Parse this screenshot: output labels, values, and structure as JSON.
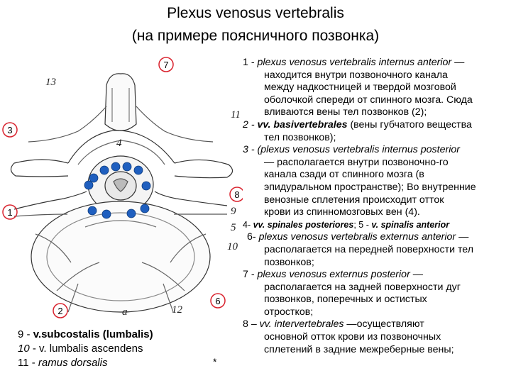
{
  "title": {
    "line1": "Plexus venosus vertebralis",
    "line2": "(на примере поясничного позвонка)"
  },
  "figure": {
    "circled_labels": [
      "7",
      "3",
      "1",
      "8",
      "6",
      "2"
    ],
    "plain_labels": [
      "13",
      "11",
      "4",
      "9",
      "5",
      "10",
      "12",
      "a"
    ],
    "marker_color": "#1f5fbf",
    "circle_color": "#d9232e"
  },
  "right_text": {
    "i1_num": "1 - ",
    "i1_term": "plexus venosus vertebralis internus anterior",
    "i1_dash": " —",
    "i1_l2": "находится внутри позвоночного канала",
    "i1_l3": "между надкостницей и твердой мозговой",
    "i1_l4": "оболочкой спереди от спинного мозга. Сюда",
    "i1_l5": "вливаются вены тел позвонков (2);",
    "i2_num": "2 - ",
    "i2_term": "vv. basivertebrales",
    "i2_rest": " (вены губчатого вещества",
    "i2_l2": "тел позвонков);",
    "i3_num": "3 - (",
    "i3_term": "plexus venosus vertebralis internus posterior",
    "i3_l2": "— располагается внутри позвоночно-го",
    "i3_l3": "канала сзади от спинного мозга (в",
    "i3_l4": "эпидуральном пространстве); Во внутренние",
    "i3_l5": "венозные сплетения происходит отток",
    "i3_l6": "крови из спинномозговых вен (4).",
    "i45_a": "4- ",
    "i45_b": "vv. spinales posteriores",
    "i45_c": "; 5 - ",
    "i45_d": "v. spinalis anterior",
    "i6_num": "6- ",
    "i6_term": "plexus venosus vertebralis externus anterior",
    "i6_dash": " —",
    "i6_l2": "располагается на передней поверхности тел",
    "i6_l3": "позвонков;",
    "i7_num": "7 - ",
    "i7_term": "plexus venosus externus posterior",
    "i7_dash": " —",
    "i7_l2": "располагается на задней поверхности дуг",
    "i7_l3": "позвонков, поперечных и остистых",
    "i7_l4": "отростков;",
    "i8_num": "8 – ",
    "i8_term": "vv. intervertebrales",
    "i8_rest": " —осуществляют",
    "i8_l2": "основной отток крови из позвоночных",
    "i8_l3": "сплетений в задние межреберные вены;"
  },
  "legend": {
    "l9_num": "9 - ",
    "l9_term": "v.subcostalis (lumbalis)",
    "l10_num": "10",
    "l10_rest": " - v. lumbalis ascendens",
    "l11_num": "11",
    "l11_rest": " - ramus dorsalis"
  },
  "asterisk": "*"
}
